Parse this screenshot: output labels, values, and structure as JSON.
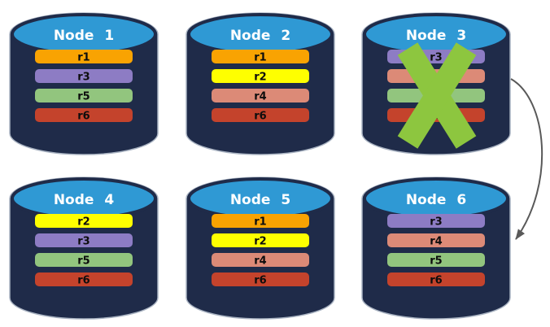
{
  "diagram": {
    "type": "database-replication-failover",
    "description": "Six database nodes holding replica partitions; Node 3 is crossed out (failed) and an arrow points from Node 3 to Node 6"
  },
  "nodes": [
    {
      "label": "Node 1",
      "replicas": [
        "r1",
        "r3",
        "r5",
        "r6"
      ],
      "crossed_out": false
    },
    {
      "label": "Node 2",
      "replicas": [
        "r1",
        "r2",
        "r4",
        "r6"
      ],
      "crossed_out": false
    },
    {
      "label": "Node 3",
      "replicas": [
        "r3",
        "r4",
        "r5",
        "r6"
      ],
      "crossed_out": true
    },
    {
      "label": "Node 4",
      "replicas": [
        "r2",
        "r3",
        "r5",
        "r6"
      ],
      "crossed_out": false
    },
    {
      "label": "Node 5",
      "replicas": [
        "r1",
        "r2",
        "r4",
        "r6"
      ],
      "crossed_out": false
    },
    {
      "label": "Node 6",
      "replicas": [
        "r3",
        "r4",
        "r5",
        "r6"
      ],
      "crossed_out": false
    }
  ],
  "arrow": {
    "from": "Node 3",
    "to": "Node 6"
  },
  "colors": {
    "cylinder_body": "#1f2b49",
    "cylinder_top": "#2f99d4",
    "cylinder_outline": "#a9b3c2",
    "title_text": "#ffffff",
    "replica_label_text": "#0d0d0d",
    "x_mark": "#8dc63f",
    "arrow_stroke": "#595959",
    "replica_colors": {
      "r1": "#f9a302",
      "r2": "#feff00",
      "r3": "#8d7cc4",
      "r4": "#dc8a77",
      "r5": "#92c57e",
      "r6": "#c4432c"
    }
  }
}
